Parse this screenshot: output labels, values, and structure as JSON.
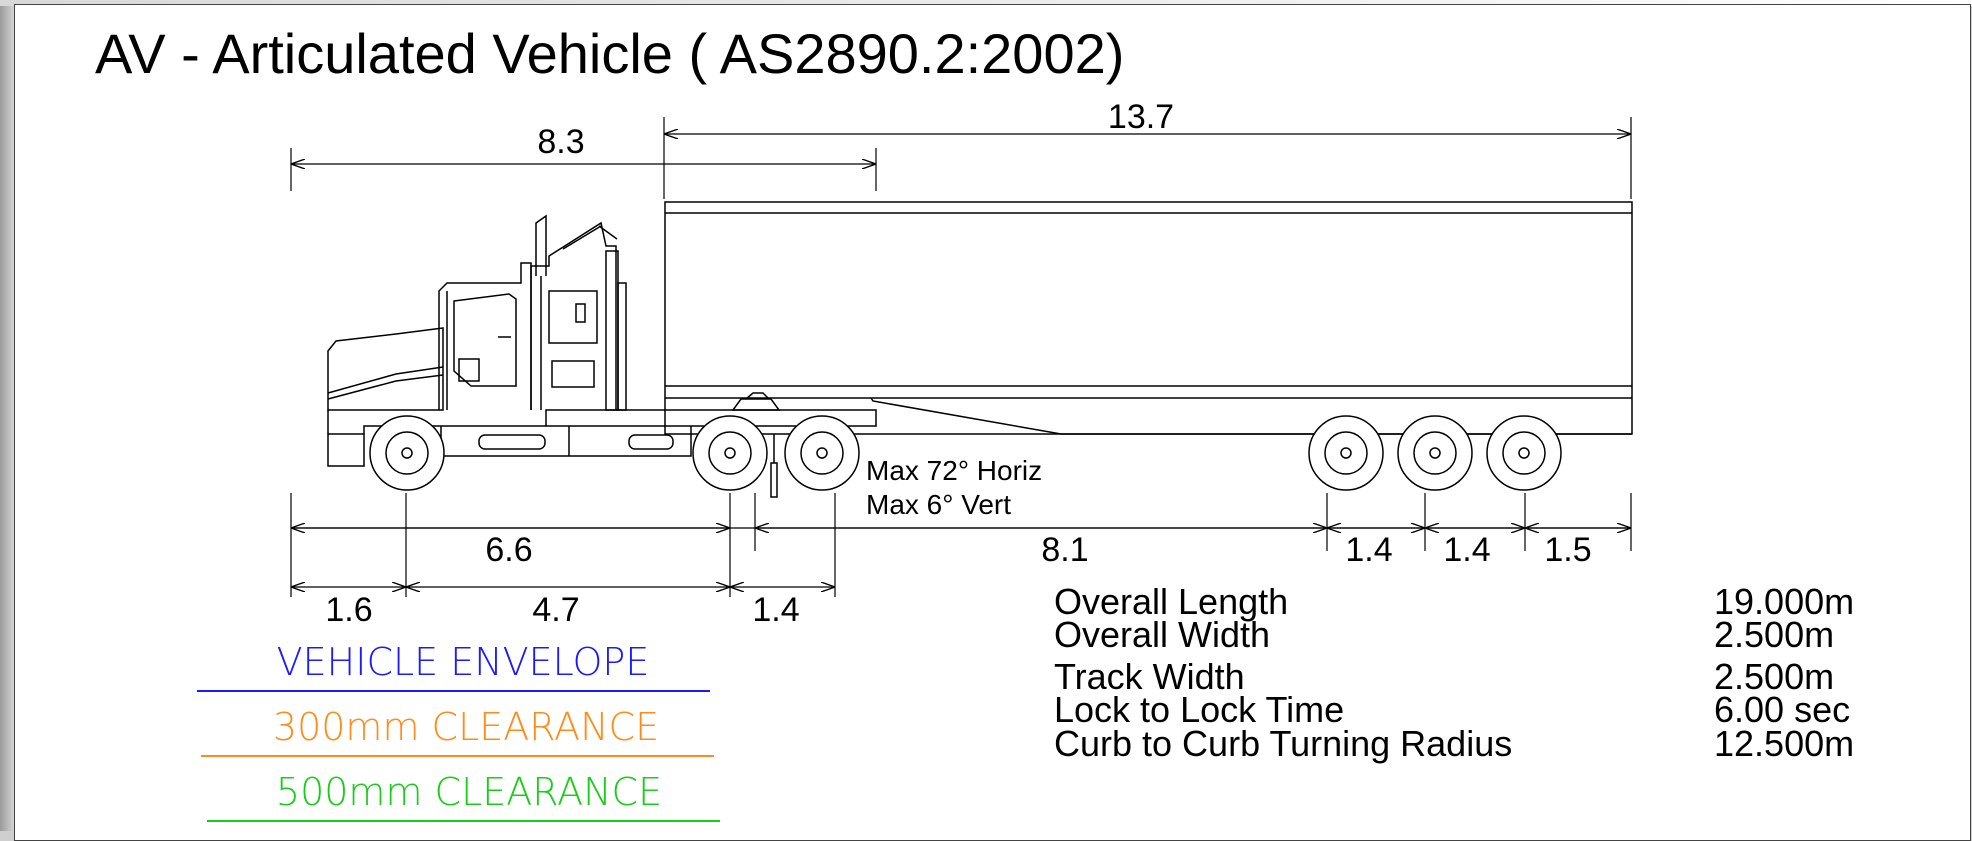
{
  "title": "AV - Articulated Vehicle  ( AS2890.2:2002)",
  "dimensions": {
    "overall_top_right": "13.7",
    "overall_top_left": "8.3",
    "wheelbase": "6.6",
    "trailer_span": "8.1",
    "trailer_axle_1": "1.4",
    "trailer_axle_2": "1.4",
    "rear_overhang": "1.5",
    "front_overhang": "1.6",
    "tractor_wheelbase": "4.7",
    "tractor_axle_spacing": "1.4"
  },
  "articulation_note": {
    "line1": "Max 72° Horiz",
    "line2": "Max 6° Vert"
  },
  "legend": [
    {
      "label": "VEHICLE ENVELOPE",
      "color": "#1a1aff"
    },
    {
      "label": "300mm CLEARANCE",
      "color": "#ff8c1a"
    },
    {
      "label": "500mm CLEARANCE",
      "color": "#1acc1a"
    }
  ],
  "specs": [
    {
      "label": "Overall Length",
      "value": "19.000m"
    },
    {
      "label": "Overall Width",
      "value": "2.500m"
    },
    {
      "label": "Track Width",
      "value": "2.500m"
    },
    {
      "label": "Lock to Lock Time",
      "value": "6.00 sec"
    },
    {
      "label": "Curb to Curb Turning Radius",
      "value": "12.500m"
    }
  ]
}
